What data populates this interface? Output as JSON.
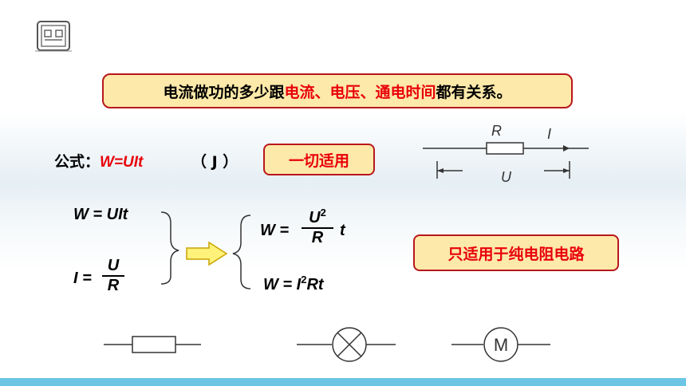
{
  "statement": {
    "part1": "电流做功的多少跟",
    "part2": "电流、电压、通电时间",
    "part3": "都有关系。"
  },
  "formula": {
    "label": "公式：",
    "expr": "W=UIt",
    "unit": "（ J ）",
    "applies_label": "一切适用"
  },
  "circuit": {
    "r_label": "R",
    "i_label": "I",
    "u_label": "U"
  },
  "equations": {
    "eq1": "W = UIt",
    "eq2_lhs": "I =",
    "eq2_num": "U",
    "eq2_den": "R",
    "eq3_lhs": "W =",
    "eq3_num": "U",
    "eq3_num_sup": "2",
    "eq3_den": "R",
    "eq3_tail": "t",
    "eq4_lhs": "W = I",
    "eq4_sup": "2",
    "eq4_tail": "Rt"
  },
  "pure_resistance_label": "只适用于纯电阻电路",
  "motor_label": "M",
  "colors": {
    "accent_red": "#e8000b",
    "box_fill": "#fde9a9",
    "box_border": "#b8171c",
    "bottom_bar": "#6cc5e5",
    "arrow_fill": "#fff27a",
    "arrow_stroke": "#c9a300"
  }
}
